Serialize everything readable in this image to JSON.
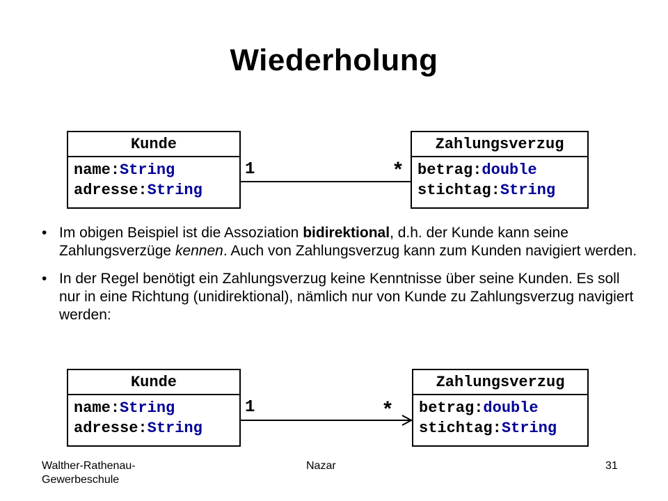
{
  "slide": {
    "title": "Wiederholung"
  },
  "diagram1": {
    "left": {
      "name": "Kunde",
      "attrs": [
        {
          "name": "name",
          "type": "String"
        },
        {
          "name": "adresse",
          "type": "String"
        }
      ]
    },
    "right": {
      "name": "Zahlungsverzug",
      "attrs": [
        {
          "name": "betrag",
          "type": "double"
        },
        {
          "name": "stichtag",
          "type": "String"
        }
      ]
    },
    "mult_left": "1",
    "mult_right": "*",
    "navigability": "bidirectional"
  },
  "diagram2": {
    "left": {
      "name": "Kunde",
      "attrs": [
        {
          "name": "name",
          "type": "String"
        },
        {
          "name": "adresse",
          "type": "String"
        }
      ]
    },
    "right": {
      "name": "Zahlungsverzug",
      "attrs": [
        {
          "name": "betrag",
          "type": "double"
        },
        {
          "name": "stichtag",
          "type": "String"
        }
      ]
    },
    "mult_left": "1",
    "mult_right": "*",
    "navigability": "unidirectional"
  },
  "bullets": [
    {
      "text_1": "Im obigen Beispiel ist die Assoziation ",
      "bold": "bidirektional",
      "text_2": ", d.h. der Kunde kann seine Zahlungsverzüge ",
      "italic": "kennen",
      "text_3": ". Auch von Zahlungsverzug kann zum Kunden navigiert werden."
    },
    {
      "text": "In der Regel benötigt ein Zahlungsverzug keine Kenntnisse über seine Kunden. Es soll nur in eine Richtung (unidirektional), nämlich nur von Kunde zu Zahlungsverzug navigiert werden:"
    }
  ],
  "footer": {
    "left": "Walther-Rathenau-Gewerbeschule",
    "center": "Nazar",
    "right": "31"
  },
  "colors": {
    "attr_type": "#000099",
    "text": "#000000"
  }
}
